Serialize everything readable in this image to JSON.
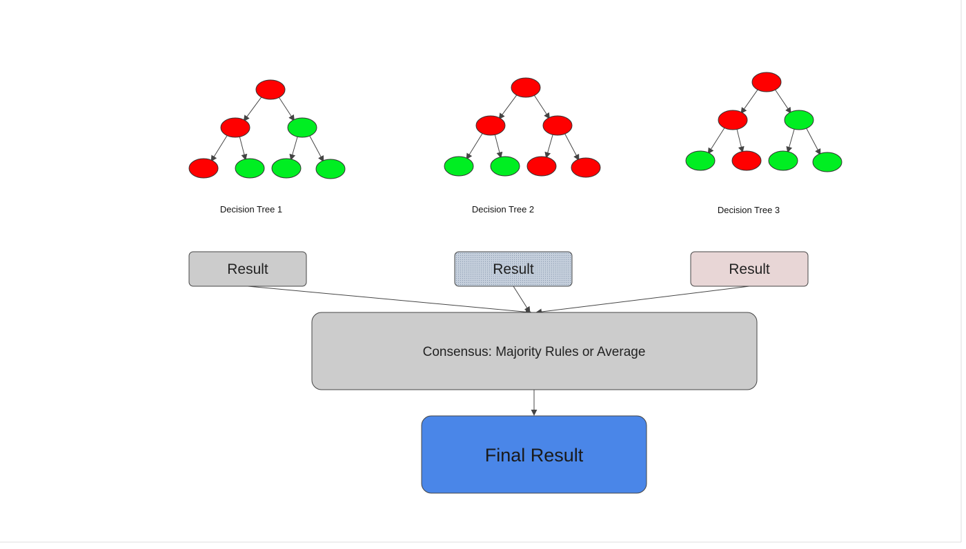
{
  "colors": {
    "red_node": "#ff0000",
    "green_node": "#00ee22",
    "result_1_fill": "#cccccc",
    "result_2_fill": "#c5cfdc",
    "result_3_fill": "#e8d6d6",
    "consensus_fill": "#cccccc",
    "final_fill": "#4a86e8",
    "stroke": "#444444"
  },
  "trees": [
    {
      "label": "Decision Tree 1",
      "nodes": [
        "red",
        "red",
        "green",
        "red",
        "green",
        "green",
        "green"
      ]
    },
    {
      "label": "Decision Tree 2",
      "nodes": [
        "red",
        "red",
        "red",
        "green",
        "green",
        "red",
        "red"
      ]
    },
    {
      "label": "Decision Tree 3",
      "nodes": [
        "red",
        "red",
        "green",
        "green",
        "red",
        "green",
        "green"
      ]
    }
  ],
  "results": [
    {
      "label": "Result",
      "fill": "result_1_fill"
    },
    {
      "label": "Result",
      "fill": "result_2_fill"
    },
    {
      "label": "Result",
      "fill": "result_3_fill"
    }
  ],
  "consensus": {
    "label": "Consensus: Majority Rules or Average"
  },
  "final": {
    "label": "Final Result"
  }
}
